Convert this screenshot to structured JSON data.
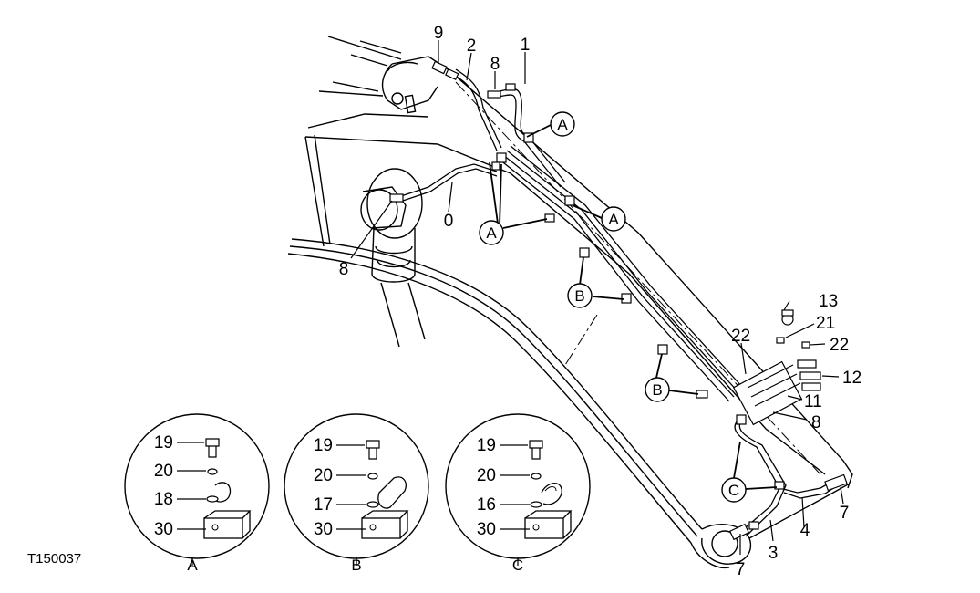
{
  "figure_id": "T150037",
  "callouts": {
    "c9": "9",
    "c2": "2",
    "c8a": "8",
    "c1": "1",
    "c0": "0",
    "c8b": "8",
    "c13": "13",
    "c21": "21",
    "c22a": "22",
    "c22b": "22",
    "c12": "12",
    "c11": "11",
    "c8c": "8",
    "c3": "3",
    "c4": "4",
    "c7a": "7",
    "c7b": "7"
  },
  "clamp_markers": {
    "a1": "A",
    "a2": "A",
    "a3": "A",
    "b1": "B",
    "b2": "B",
    "c1": "C"
  },
  "details": [
    {
      "title": "A",
      "labels": [
        "19",
        "20",
        "18",
        "30"
      ]
    },
    {
      "title": "B",
      "labels": [
        "19",
        "20",
        "17",
        "30"
      ]
    },
    {
      "title": "C",
      "labels": [
        "19",
        "20",
        "16",
        "30"
      ]
    }
  ]
}
